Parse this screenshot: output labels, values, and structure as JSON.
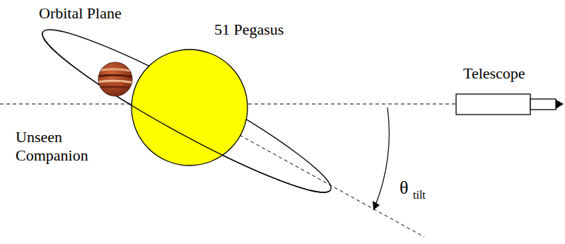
{
  "diagram": {
    "labels": [
      "Orbital Plane",
      "51 Pegasus",
      "Telescope",
      "Unseen Companion",
      "θ",
      "tilt"
    ]
  }
}
